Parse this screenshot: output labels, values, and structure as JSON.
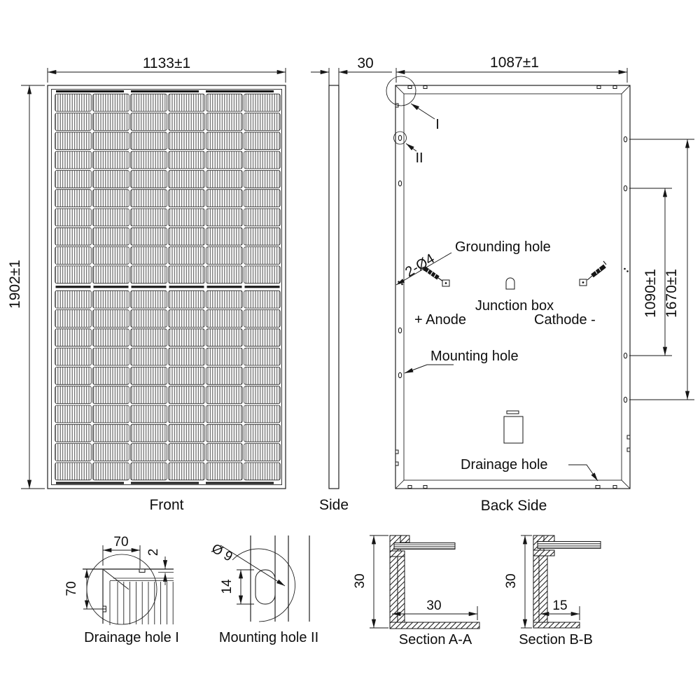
{
  "front": {
    "caption": "Front",
    "dim_width": "1133±1",
    "dim_height": "1902±1",
    "grid": {
      "cols": 6,
      "rows_per_half": 10
    }
  },
  "side": {
    "caption": "Side",
    "dim_thickness": "30"
  },
  "back": {
    "caption": "Back Side",
    "dim_width": "1087±1",
    "dim_mount_span": "1090±1",
    "dim_outer_span": "1670±1",
    "labels": {
      "grounding_hole": "Grounding hole",
      "hole_spec": "2-Ø4",
      "junction_box": "Junction box",
      "anode": "+ Anode",
      "cathode": "Cathode -",
      "mounting_hole": "Mounting hole",
      "drainage_hole": "Drainage hole",
      "detail_i": "I",
      "detail_ii": "II"
    }
  },
  "details": {
    "drainage": {
      "caption": "Drainage hole I",
      "dim_offset_x": "70",
      "dim_offset_y": "70",
      "dim_depth": "2"
    },
    "mounting": {
      "caption": "Mounting hole II",
      "dim_dia": "Ø 9",
      "dim_length": "14"
    },
    "section_a": {
      "caption": "Section A-A",
      "dim_height": "30",
      "dim_flange": "30"
    },
    "section_b": {
      "caption": "Section B-B",
      "dim_height": "30",
      "dim_flange": "15"
    }
  },
  "colors": {
    "line": "#161616",
    "background": "#ffffff"
  }
}
